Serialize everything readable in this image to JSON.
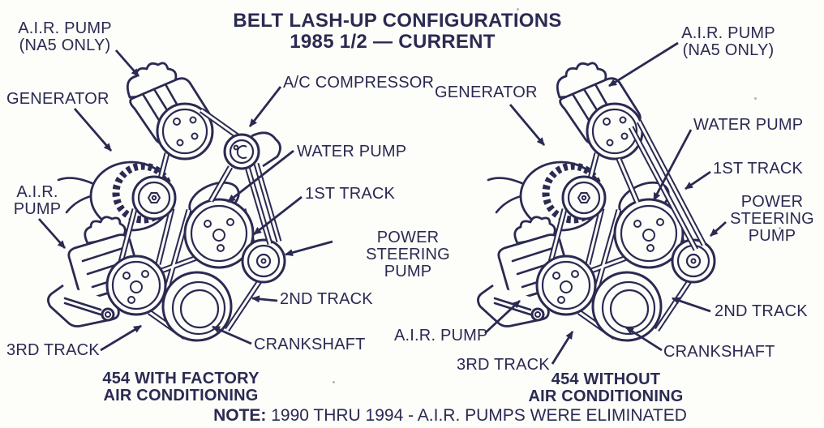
{
  "colors": {
    "ink": "#2a2a52",
    "paper": "#fdfdfa"
  },
  "title": {
    "line1": "BELT LASH-UP CONFIGURATIONS",
    "line2": "1985 1/2 — CURRENT"
  },
  "note": {
    "prefix": "NOTE:",
    "body": " 1990 THRU 1994 - A.I.R. PUMPS WERE ELIMINATED"
  },
  "left_diagram": {
    "caption": {
      "line1": "454 WITH FACTORY",
      "line2": "AIR CONDITIONING"
    },
    "labels": {
      "air_pump_na5": {
        "line1": "A.I.R. PUMP",
        "line2": "(NA5 ONLY)"
      },
      "generator": "GENERATOR",
      "air_pump": {
        "line1": "A.I.R.",
        "line2": "PUMP"
      },
      "ac_compressor": "A/C COMPRESSOR",
      "water_pump": "WATER PUMP",
      "first_track": "1ST TRACK",
      "power_steering": {
        "line1": "POWER STEERING",
        "line2": "PUMP"
      },
      "second_track": "2ND TRACK",
      "crankshaft": "CRANKSHAFT",
      "third_track": "3RD TRACK"
    }
  },
  "right_diagram": {
    "caption": {
      "line1": "454 WITHOUT",
      "line2": "AIR CONDITIONING"
    },
    "labels": {
      "air_pump_na5": {
        "line1": "A.I.R. PUMP",
        "line2": "(NA5 ONLY)"
      },
      "generator": "GENERATOR",
      "water_pump": "WATER PUMP",
      "first_track": "1ST TRACK",
      "power_steering": {
        "line1": "POWER",
        "line2": "STEERING",
        "line3": "PUMP"
      },
      "second_track": "2ND TRACK",
      "crankshaft": "CRANKSHAFT",
      "air_pump": "A.I.R. PUMP",
      "third_track": "3RD TRACK"
    }
  }
}
